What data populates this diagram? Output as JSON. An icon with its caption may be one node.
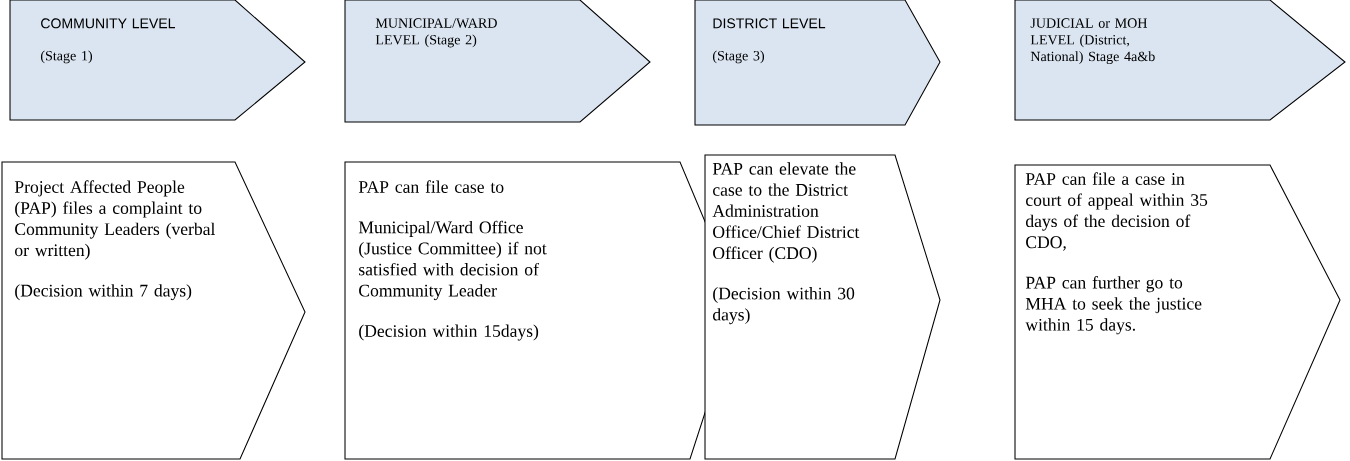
{
  "diagram": {
    "nodes": [
      {
        "text": [
          "COMMUNITY LEVEL",
          "(Stage 1)"
        ]
      },
      {
        "text": [
          "MUNICIPAL/WARD LEVEL (Stage 2)"
        ]
      },
      {
        "text": [
          "DISTRICT LEVEL",
          "(Stage 3)"
        ]
      },
      {
        "text": [
          "JUDICIAL or MOH LEVEL (District, National) Stage 4a&b"
        ]
      },
      {
        "text": [
          "Project Affected People (PAP) files a complaint to Community Leaders (verbal or written)",
          "(Decision within 7 days)"
        ]
      },
      {
        "text": [
          "PAP can file case to",
          "Municipal/Ward Office (Justice Committee) if not satisfied with decision of Community Leader",
          "(Decision within 15days)"
        ]
      },
      {
        "text": [
          "PAP can elevate the case to the District Administration Office/Chief District Officer (CDO)",
          "(Decision within 30 days)"
        ]
      },
      {
        "text": [
          "PAP can file a case in court of appeal within 35 days of the decision of CDO,",
          "PAP can further go to MHA to seek the justice within 15 days."
        ]
      }
    ]
  }
}
